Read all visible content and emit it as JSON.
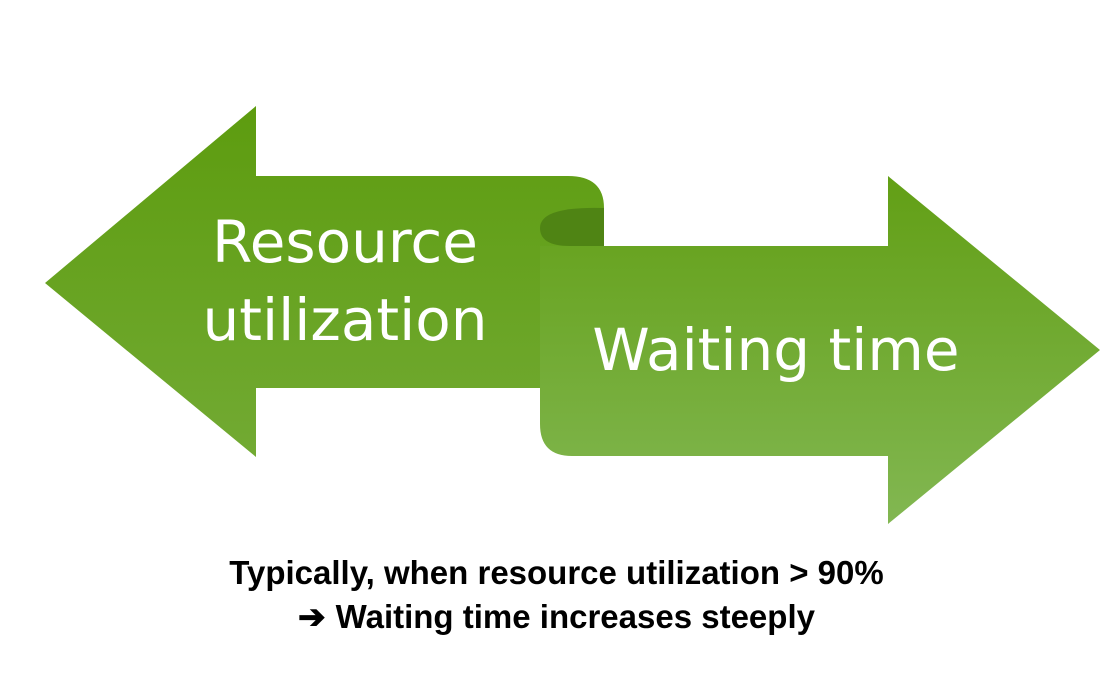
{
  "diagram": {
    "left_arrow": {
      "label_line1": "Resource",
      "label_line2": "utilization"
    },
    "right_arrow": {
      "label": "Waiting time"
    },
    "colors": {
      "fill_dark": "#5f9e12",
      "fill_light": "#7eb44a",
      "fold_shade": "#4f8414",
      "text": "#ffffff"
    }
  },
  "caption": {
    "line1": "Typically, when resource utilization > 90%",
    "line2_icon": "right-arrow-icon",
    "line2": "Waiting time increases steeply"
  }
}
